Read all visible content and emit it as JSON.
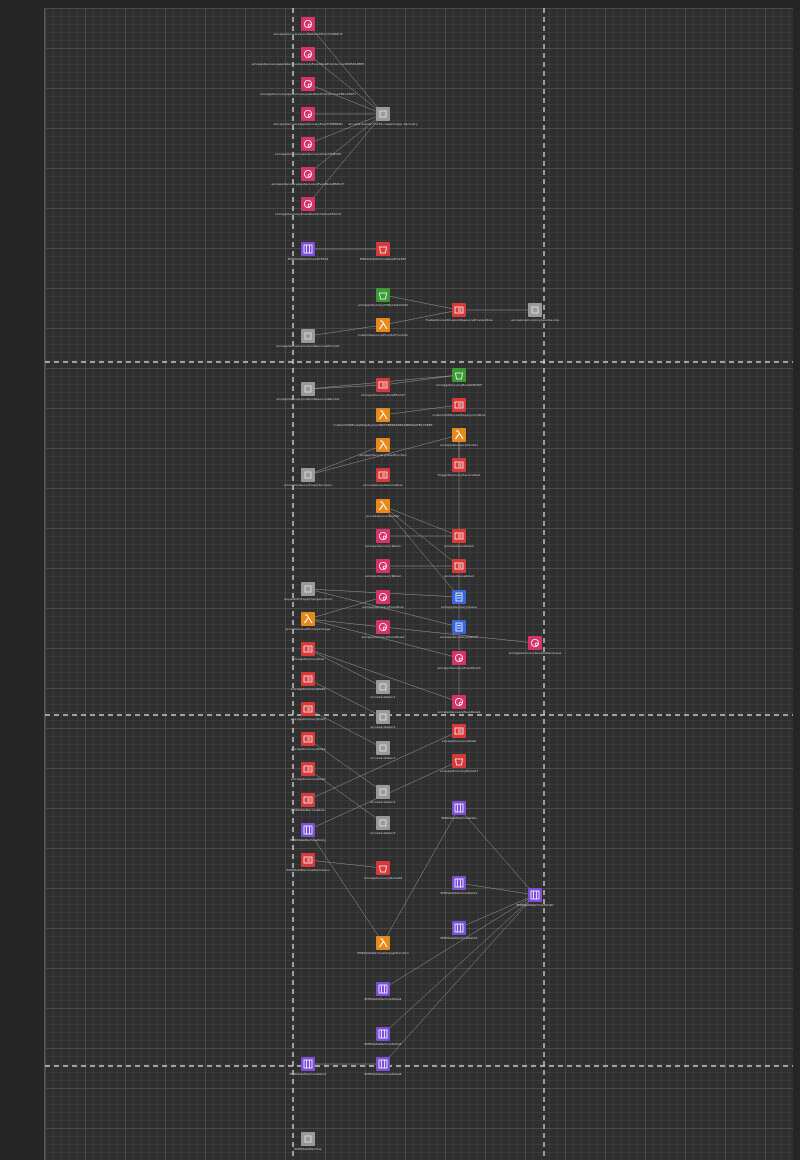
{
  "colors": {
    "pink": "#d6336c",
    "red": "#d63a3a",
    "orange": "#e8891c",
    "purple": "#7b4fd6",
    "green": "#3d9b35",
    "blue": "#3b66d9",
    "gray": "#9a9a9a",
    "edge": "#bdbdbd",
    "label": "#e0623a"
  },
  "nodes": [
    {
      "id": "n1",
      "type": "pink",
      "icon": "event-rule-icon",
      "label": "emrappdiscoveryeventNetworkEnrichSSM4H5"
    },
    {
      "id": "n2",
      "type": "pink",
      "icon": "event-rule-icon",
      "label": "emrappdiscoveryappdetectiondiscoveryEventRuleFromAccountBD5EA8BF0"
    },
    {
      "id": "n3",
      "type": "pink",
      "icon": "event-rule-icon",
      "label": "emrappdiscoveryappdiscoveryeventRuleFromAccountB4A7B4F1"
    },
    {
      "id": "n4",
      "type": "pink",
      "icon": "event-rule-icon",
      "label": "emrappdiscoveryappdiscoveryEventTDB8B9D"
    },
    {
      "id": "n5",
      "type": "pink",
      "icon": "event-rule-icon",
      "label": "emrappdiscoveryappdiscoveryEventF0BA2E"
    },
    {
      "id": "n6",
      "type": "pink",
      "icon": "event-rule-icon",
      "label": "emrappdiscoveryappdiscoveryEventRuleB58C77"
    },
    {
      "id": "n7",
      "type": "pink",
      "icon": "event-rule-icon",
      "label": "emrappdiscoveryEventRuleSchedule5F1070"
    },
    {
      "id": "n8",
      "type": "gray",
      "icon": "service-icon",
      "label": "arn:aws:events:*:1234:rule/emrapp discovery"
    },
    {
      "id": "n9",
      "type": "purple",
      "icon": "step-function-icon",
      "label": "EMRStateMachineA97E5A9"
    },
    {
      "id": "n10",
      "type": "red",
      "icon": "bucket-icon",
      "label": "EMRStateMachineRole8FA1B4F"
    },
    {
      "id": "n11",
      "type": "green",
      "icon": "bucket-icon",
      "label": "emrappdiscoveryS3Bucket1234A"
    },
    {
      "id": "n12",
      "type": "red",
      "icon": "role-icon",
      "label": "TrustedAccountCustomResourceProviderRole"
    },
    {
      "id": "n13",
      "type": "gray",
      "icon": "service-icon",
      "label": "arn:aws:iam::policy/service-role"
    },
    {
      "id": "n14",
      "type": "gray",
      "icon": "service-icon",
      "label": "emrappdiscoveryCustomResourceProvider"
    },
    {
      "id": "n15",
      "type": "orange",
      "icon": "lambda-icon",
      "label": "CustomResourceProviderFunction"
    },
    {
      "id": "n16",
      "type": "gray",
      "icon": "service-icon",
      "label": "emrappdiscoveryCustomResourcesBucket"
    },
    {
      "id": "n17",
      "type": "green",
      "icon": "bucket-icon",
      "label": "emrappdiscoveryBucket3D30F"
    },
    {
      "id": "n18",
      "type": "red",
      "icon": "role-icon",
      "label": "emrappdiscoveryRoleB53A1F"
    },
    {
      "id": "n19",
      "type": "orange",
      "icon": "lambda-icon",
      "label": "CustomCDKBucketDeployment8693BB64968944B69AAFB1C56BF"
    },
    {
      "id": "n20",
      "type": "red",
      "icon": "role-icon",
      "label": "CustomCDKBucketDeploymentRole"
    },
    {
      "id": "n21",
      "type": "orange",
      "icon": "lambda-icon",
      "label": "emrappdiscoveryAssetFunction"
    },
    {
      "id": "n22",
      "type": "orange",
      "icon": "lambda-icon",
      "label": "emrappdiscoveryHandler"
    },
    {
      "id": "n23",
      "type": "red",
      "icon": "role-icon",
      "label": "TriggerDiscoveryServiceRole"
    },
    {
      "id": "n24",
      "type": "gray",
      "icon": "service-icon",
      "label": "processQueue.emrappdiscovery"
    },
    {
      "id": "n25",
      "type": "red",
      "icon": "role-icon",
      "label": "processQueueServiceRole"
    },
    {
      "id": "n26",
      "type": "orange",
      "icon": "lambda-icon",
      "label": "processQueueHandler"
    },
    {
      "id": "n27",
      "type": "red",
      "icon": "role-icon",
      "label": "processQueueRole1"
    },
    {
      "id": "n28",
      "type": "red",
      "icon": "role-icon",
      "label": "processQueueRole2"
    },
    {
      "id": "n29",
      "type": "pink",
      "icon": "table-icon",
      "label": "emrappdiscoveryTable1"
    },
    {
      "id": "n30",
      "type": "pink",
      "icon": "table-icon",
      "label": "emrappdiscoveryTable2"
    },
    {
      "id": "n31",
      "type": "blue",
      "icon": "queue-icon",
      "label": "emrappdiscoveryQueue"
    },
    {
      "id": "n32",
      "type": "blue",
      "icon": "queue-icon",
      "label": "emrappdiscoveryQueue2"
    },
    {
      "id": "n33",
      "type": "pink",
      "icon": "event-rule-icon",
      "label": "emrappdiscoveryEventRule"
    },
    {
      "id": "n34",
      "type": "pink",
      "icon": "event-rule-icon",
      "label": "emrappdiscoveryEventRule2"
    },
    {
      "id": "n35",
      "type": "pink",
      "icon": "event-rule-icon",
      "label": "emrappdiscoveryEventRule3"
    },
    {
      "id": "n36",
      "type": "pink",
      "icon": "event-rule-icon",
      "label": "emrappdiscoveryEventRule4"
    },
    {
      "id": "n37",
      "type": "pink",
      "icon": "event-rule-icon",
      "label": "emrappdiscoveryDeadLetterQueue"
    },
    {
      "id": "n38",
      "type": "gray",
      "icon": "service-icon",
      "label": "requestsEmrAppChangeAccount"
    },
    {
      "id": "n39",
      "type": "orange",
      "icon": "lambda-icon",
      "label": "processQueueEmrAppChange"
    },
    {
      "id": "n40",
      "type": "red",
      "icon": "role-icon",
      "label": "emrappdiscoveryRole"
    },
    {
      "id": "n41",
      "type": "red",
      "icon": "role-icon",
      "label": "emrappdiscoveryRole2"
    },
    {
      "id": "n42",
      "type": "red",
      "icon": "role-icon",
      "label": "emrappdiscoveryRole3"
    },
    {
      "id": "n43",
      "type": "red",
      "icon": "role-icon",
      "label": "emrappdiscoveryRole4"
    },
    {
      "id": "n44",
      "type": "red",
      "icon": "role-icon",
      "label": "emrappdiscoveryRole5"
    },
    {
      "id": "n45",
      "type": "red",
      "icon": "role-icon",
      "label": "EMRStateMachineRole"
    },
    {
      "id": "n46",
      "type": "purple",
      "icon": "step-function-icon",
      "label": "EMRStateMachinePolicy"
    },
    {
      "id": "n47",
      "type": "red",
      "icon": "role-icon",
      "label": "EMRStateMachinePermission"
    },
    {
      "id": "n48",
      "type": "gray",
      "icon": "service-icon",
      "label": "arn:aws:states:1"
    },
    {
      "id": "n49",
      "type": "gray",
      "icon": "service-icon",
      "label": "arn:aws:states:2"
    },
    {
      "id": "n50",
      "type": "gray",
      "icon": "service-icon",
      "label": "arn:aws:states:3"
    },
    {
      "id": "n51",
      "type": "gray",
      "icon": "service-icon",
      "label": "arn:aws:states:4"
    },
    {
      "id": "n52",
      "type": "gray",
      "icon": "service-icon",
      "label": "arn:aws:states:5"
    },
    {
      "id": "n53",
      "type": "red",
      "icon": "role-icon",
      "label": "emrappdiscoveryRole6"
    },
    {
      "id": "n54",
      "type": "red",
      "icon": "bucket-icon",
      "label": "emrappdiscoveryBucket7"
    },
    {
      "id": "n55",
      "type": "red",
      "icon": "bucket-icon",
      "label": "emrappdiscoveryBucket8"
    },
    {
      "id": "n56",
      "type": "orange",
      "icon": "lambda-icon",
      "label": "EMRStateMachineChangeFunction"
    },
    {
      "id": "n57",
      "type": "purple",
      "icon": "step-function-icon",
      "label": "EMRStateMachineState"
    },
    {
      "id": "n58",
      "type": "purple",
      "icon": "step-function-icon",
      "label": "EMRStateMachineState2"
    },
    {
      "id": "n59",
      "type": "purple",
      "icon": "step-function-icon",
      "label": "EMRStateMachineState3"
    },
    {
      "id": "n60",
      "type": "purple",
      "icon": "step-function-icon",
      "label": "EMRStateMachineState4"
    },
    {
      "id": "n61",
      "type": "purple",
      "icon": "step-function-icon",
      "label": "EMRStateMachineState5"
    },
    {
      "id": "n62",
      "type": "purple",
      "icon": "step-function-icon",
      "label": "EMRStateMachineTAC4D"
    },
    {
      "id": "n63",
      "type": "purple",
      "icon": "step-function-icon",
      "label": "EMRStateMachineState7"
    },
    {
      "id": "n64",
      "type": "purple",
      "icon": "step-function-icon",
      "label": "EMRStateMachineState8"
    },
    {
      "id": "n65",
      "type": "gray",
      "icon": "service-icon",
      "label": "EMRStateMachine"
    }
  ],
  "edges": [
    [
      "n1",
      "n8"
    ],
    [
      "n2",
      "n8"
    ],
    [
      "n3",
      "n8"
    ],
    [
      "n4",
      "n8"
    ],
    [
      "n5",
      "n8"
    ],
    [
      "n6",
      "n8"
    ],
    [
      "n7",
      "n8"
    ],
    [
      "n9",
      "n10"
    ],
    [
      "n11",
      "n12"
    ],
    [
      "n12",
      "n13"
    ],
    [
      "n14",
      "n15"
    ],
    [
      "n15",
      "n12"
    ],
    [
      "n16",
      "n17"
    ],
    [
      "n16",
      "n18"
    ],
    [
      "n18",
      "n17"
    ],
    [
      "n19",
      "n20"
    ],
    [
      "n24",
      "n21"
    ],
    [
      "n24",
      "n22"
    ],
    [
      "n22",
      "n23"
    ],
    [
      "n26",
      "n27"
    ],
    [
      "n26",
      "n28"
    ],
    [
      "n27",
      "n29"
    ],
    [
      "n28",
      "n30"
    ],
    [
      "n38",
      "n31"
    ],
    [
      "n38",
      "n32"
    ],
    [
      "n39",
      "n33"
    ],
    [
      "n39",
      "n34"
    ],
    [
      "n34",
      "n37"
    ],
    [
      "n40",
      "n48"
    ],
    [
      "n41",
      "n49"
    ],
    [
      "n42",
      "n50"
    ],
    [
      "n43",
      "n51"
    ],
    [
      "n44",
      "n52"
    ],
    [
      "n45",
      "n53"
    ],
    [
      "n46",
      "n54"
    ],
    [
      "n47",
      "n55"
    ],
    [
      "n46",
      "n56"
    ],
    [
      "n56",
      "n57"
    ],
    [
      "n57",
      "n62"
    ],
    [
      "n58",
      "n62"
    ],
    [
      "n59",
      "n62"
    ],
    [
      "n60",
      "n62"
    ],
    [
      "n61",
      "n62"
    ],
    [
      "n63",
      "n64"
    ],
    [
      "n64",
      "n62"
    ],
    [
      "n39",
      "n35"
    ],
    [
      "n40",
      "n36"
    ],
    [
      "n26",
      "n31"
    ],
    [
      "n22",
      "n36"
    ]
  ]
}
